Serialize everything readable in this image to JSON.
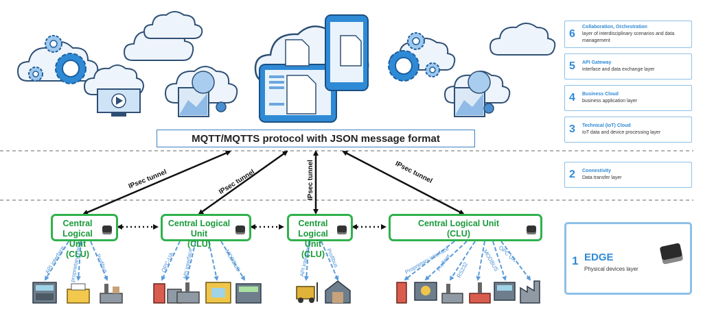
{
  "protocol": {
    "label": "MQTT/MQTTS protocol with JSON message format"
  },
  "tunnels": [
    "IPsec tunnel",
    "IPsec tunnel",
    "IPsec tunnel",
    "IPsec tunnel"
  ],
  "clus": [
    {
      "line1": "Central Logical",
      "line2": "Unit (CLU)"
    },
    {
      "line1": "Central Logical Unit",
      "line2": "(CLU)"
    },
    {
      "line1": "Central Logical",
      "line2": "Unit (CLU)"
    },
    {
      "line1": "Central Logical Unit",
      "line2": "(CLU)"
    }
  ],
  "interfaces": {
    "g1": [
      "API interface",
      "proprietary interface",
      "Profibus"
    ],
    "g2": [
      "OPC-UA",
      "API interface",
      "MODBUS"
    ],
    "g3": [
      "API interface",
      "Profibus"
    ],
    "g4": [
      "Proprietary interface",
      "Profinet",
      "RS232",
      "MODBUS",
      "OPC UA"
    ]
  },
  "layers": [
    {
      "num": "6",
      "title": "Collaboration, Orchestration",
      "desc": "layer of interdisciplinary scenarios and data management"
    },
    {
      "num": "5",
      "title": "API Gateway",
      "desc": "interface and data exchange layer"
    },
    {
      "num": "4",
      "title": "Business Cloud",
      "desc": "business application layer"
    },
    {
      "num": "3",
      "title": "Technical (IoT) Cloud",
      "desc": "IoT data and device processing layer"
    },
    {
      "num": "2",
      "title": "Connestivity",
      "desc": "Data transfer layer"
    }
  ],
  "edge": {
    "num": "1",
    "title": "EDGE",
    "desc": "Physical devices layer"
  },
  "icons": [
    "cloud-icon",
    "gear-icon",
    "monitor-play-icon",
    "chart-icon",
    "tablet-icon",
    "phone-icon",
    "document-icon",
    "device-icon",
    "factory-icon",
    "forklift-icon",
    "robot-arm-icon",
    "printer-icon",
    "warehouse-icon",
    "hardware-chip-icon"
  ],
  "colors": {
    "accent_blue": "#2f8ad6",
    "clu_green": "#2fb14c",
    "arrow": "#111111",
    "iface_line": "#5a9bd8"
  }
}
